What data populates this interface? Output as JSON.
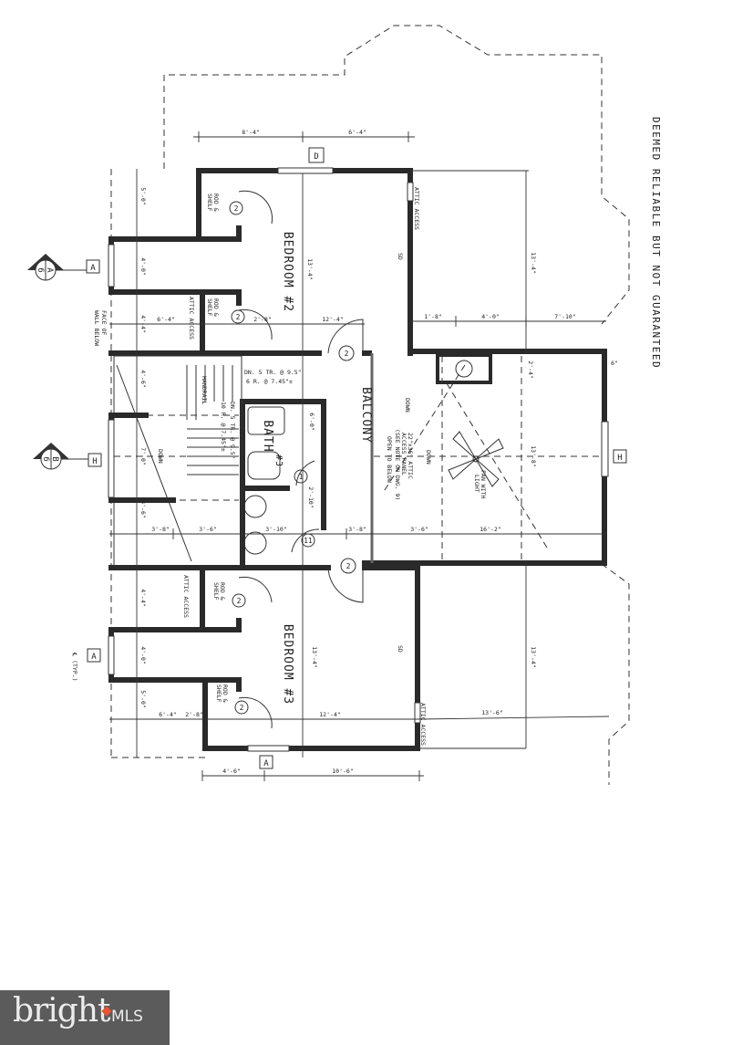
{
  "disclaimer": "DEEMED RELIABLE BUT NOT GUARANTEED",
  "rooms": {
    "bedroom2": "BEDROOM #2",
    "bedroom3": "BEDROOM #3",
    "bath3_a": "BATH",
    "bath3_b": "#3",
    "balcony": "BALCONY"
  },
  "notes": {
    "attic_access": "ATTIC ACCESS",
    "rod_shelf_1": "ROD &",
    "rod_shelf_2": "SHELF",
    "face_of_wall_1": "FACE OF",
    "face_of_wall_2": "WALL BELOW",
    "handrail": "HANDRAIL",
    "stair_1": "DN. 5 TR. @ 9.5\"",
    "stair_2": "6 R. @ 7.45\"±",
    "stair_3": "DN. 5 TR. @ 9.5\"",
    "stair_4": "10 R. @ 7.45\"±",
    "down": "DOWN",
    "open_below_1": "OPEN TO BELOW",
    "attic_panel_1": "22\"x36\" ATTIC",
    "attic_panel_2": "ACCESS PANEL",
    "attic_panel_3": "(SEE NOTE ON DWG. 9)",
    "fan_1": "FAN WITH",
    "fan_2": "LIGHT",
    "centerline": "℄ (TYP.)",
    "sd": "SD"
  },
  "markers": {
    "A": "A",
    "H": "H",
    "D": "D",
    "section_A": "A",
    "section_B": "B",
    "sheet": "6"
  },
  "doors": {
    "d2": "2",
    "d1": "1",
    "d11": "11"
  },
  "dimensions": [
    "8'-4\"",
    "6'-4\"",
    "13'-4\"",
    "13'-4\"",
    "1'-8\"",
    "4'-0\"",
    "7'-10\"",
    "2'-4\"",
    "6\"",
    "13'-8\"",
    "16'-2\"",
    "3'-8\"",
    "3'-8\"",
    "3'-6\"",
    "3'-10\"",
    "2'-10\"",
    "6'-0\"",
    "12'-4\"",
    "5'-0\"",
    "4'-0\"",
    "4'-4\"",
    "6'-4\"",
    "4'-6\"",
    "7'-0\"",
    "4'-6\"",
    "2'-8\"",
    "13'-4\"",
    "4'-4\"",
    "4'-0\"",
    "5'-0\"",
    "6'-4\"",
    "2'-8\"",
    "12'-4\"",
    "13'-6\"",
    "4'-6\"",
    "10'-6\"",
    "13'-4\"",
    "3'-6\""
  ],
  "logo": {
    "brand": "bright",
    "suffix": "MLS",
    "accent": "#e8542f",
    "background": "#5b5b5b"
  }
}
